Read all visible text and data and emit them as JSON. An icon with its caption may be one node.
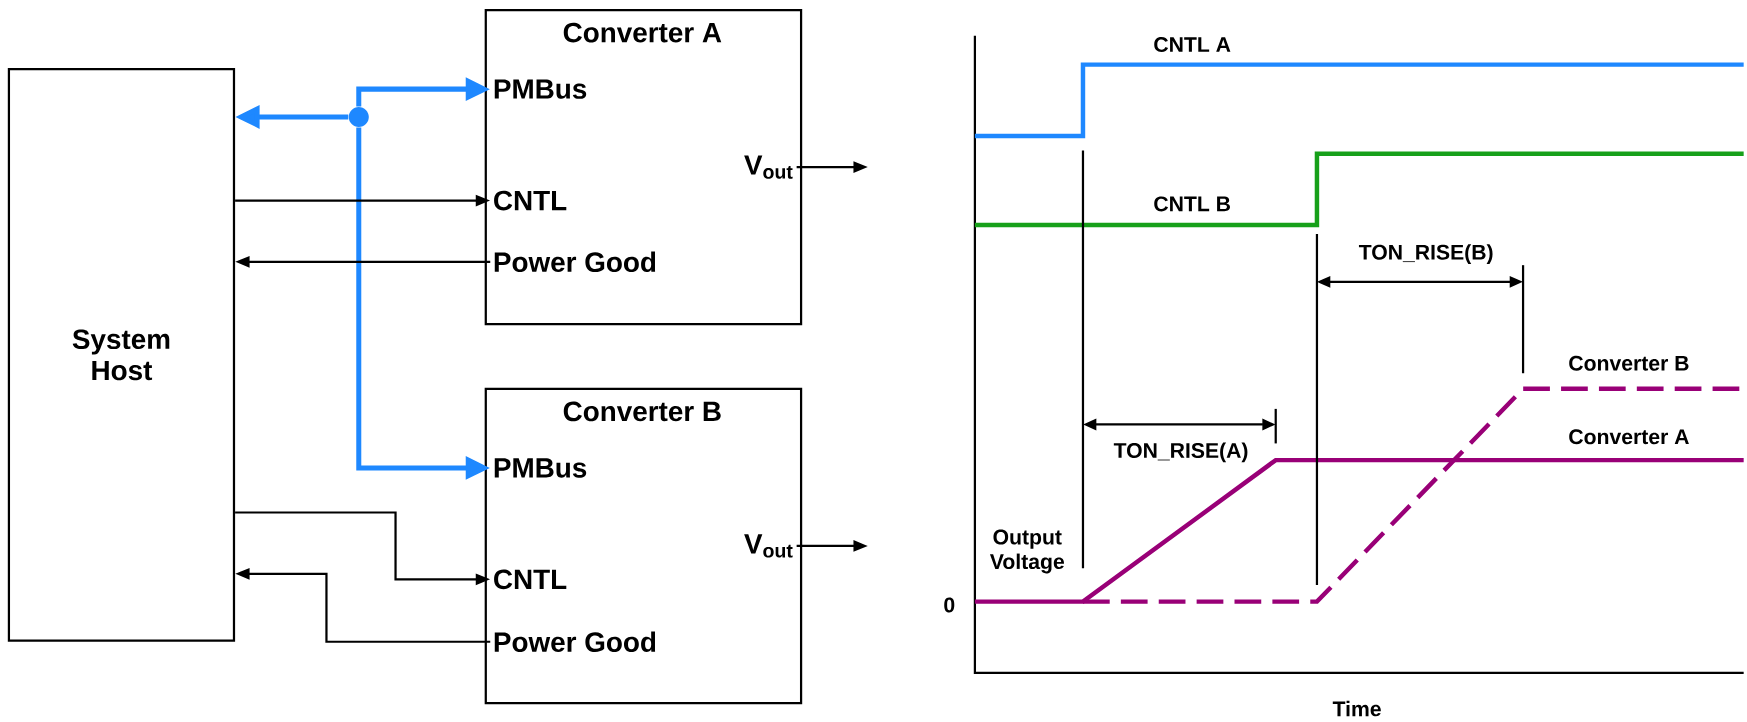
{
  "diagram": {
    "nodes": [
      {
        "text": [
          "System Host"
        ]
      },
      {
        "text": [
          "Converter A"
        ]
      },
      {
        "text": [
          "PMBus"
        ],
        "in": 1
      },
      {
        "text": [
          "CNTL"
        ],
        "in": 1
      },
      {
        "text": [
          "Power Good"
        ],
        "in": 1
      },
      {
        "text": [
          "V$_{out}$"
        ],
        "in": 1
      },
      {
        "text": [
          "Converter B"
        ]
      },
      {
        "text": [
          "PMBus"
        ],
        "in": 6
      },
      {
        "text": [
          "CNTL"
        ],
        "in": 6
      },
      {
        "text": [
          "Power Good"
        ],
        "in": 6
      },
      {
        "text": [
          "V$_{out}$"
        ],
        "in": 6
      },
      {
        "text": [],
        "shape": "circle"
      }
    ],
    "edges": [
      {
        "from": 11,
        "to": 0,
        "arrow": "to",
        "style": "thick",
        "color": "#1e88ff"
      },
      {
        "from": 11,
        "to": 2,
        "arrow": "to",
        "style": "thick",
        "color": "#1e88ff"
      },
      {
        "from": 11,
        "to": 7,
        "arrow": "to",
        "style": "thick",
        "color": "#1e88ff"
      },
      {
        "from": 0,
        "to": 3,
        "arrow": "to"
      },
      {
        "from": 4,
        "to": 0,
        "arrow": "to"
      },
      {
        "from": 0,
        "to": 8,
        "arrow": "to"
      },
      {
        "from": 9,
        "to": 0,
        "arrow": "to"
      },
      {
        "from": 5,
        "to": null,
        "arrow": "to"
      },
      {
        "from": 10,
        "to": null,
        "arrow": "to"
      }
    ],
    "labels": [
      "CNTL A",
      "CNTL B",
      "TON_RISE(B)",
      "Converter B",
      "TON_RISE(A)",
      "Converter A",
      "Output Voltage",
      "0",
      "Time"
    ]
  }
}
